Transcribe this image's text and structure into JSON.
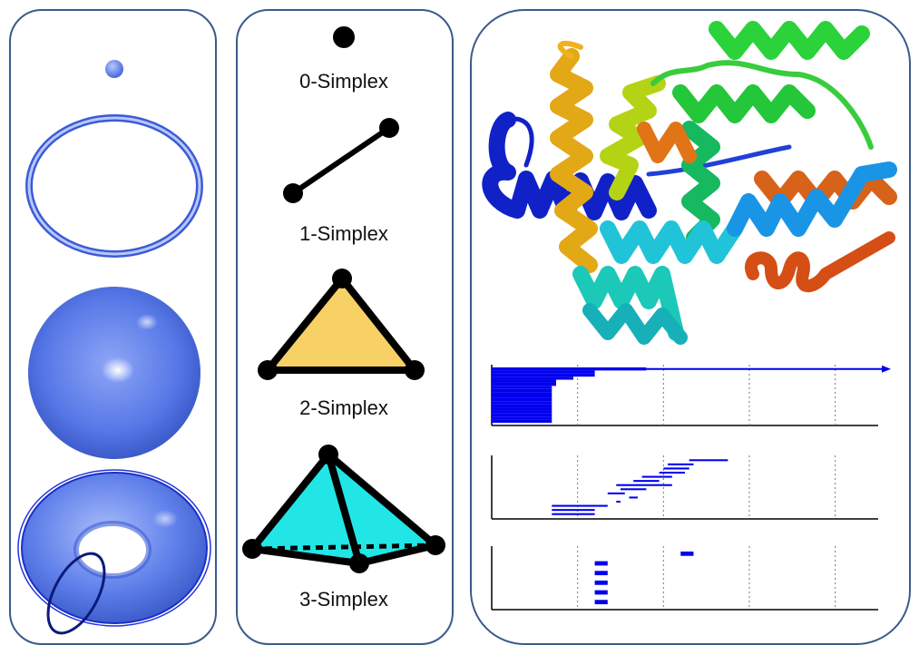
{
  "simplices": [
    {
      "label": "0-Simplex"
    },
    {
      "label": "1-Simplex"
    },
    {
      "label": "2-Simplex"
    },
    {
      "label": "3-Simplex"
    }
  ],
  "colors": {
    "border": "#3b5a8a",
    "shape_blue": "#4a6fe0",
    "triangle_fill": "#f8d166",
    "tetra_fill": "#22e6e6",
    "barcode": "#0000ee"
  },
  "chart_data": [
    {
      "type": "barcode",
      "dimension": 0,
      "has_arrow": true,
      "bars": [
        [
          0,
          1.8
        ],
        [
          0,
          1.2
        ],
        [
          0,
          1.2
        ],
        [
          0,
          0.95
        ],
        [
          0,
          0.75
        ],
        [
          0,
          0.75
        ],
        [
          0,
          0.7
        ],
        [
          0,
          0.7
        ],
        [
          0,
          0.7
        ],
        [
          0,
          0.7
        ],
        [
          0,
          0.7
        ],
        [
          0,
          0.7
        ],
        [
          0,
          0.7
        ],
        [
          0,
          0.7
        ],
        [
          0,
          0.7
        ],
        [
          0,
          0.7
        ],
        [
          0,
          0.7
        ],
        [
          0,
          0.7
        ]
      ]
    },
    {
      "type": "barcode",
      "dimension": 1,
      "bars": [
        [
          2.3,
          2.75
        ],
        [
          2.05,
          2.35
        ],
        [
          2.0,
          2.3
        ],
        [
          1.95,
          2.25
        ],
        [
          1.75,
          2.1
        ],
        [
          1.65,
          1.95
        ],
        [
          1.45,
          2.1
        ],
        [
          1.5,
          1.8
        ],
        [
          1.35,
          1.55
        ],
        [
          1.6,
          1.7
        ],
        [
          1.45,
          1.5
        ],
        [
          0.7,
          1.35
        ],
        [
          0.7,
          1.2
        ],
        [
          0.7,
          1.2
        ]
      ]
    },
    {
      "type": "barcode",
      "dimension": 2,
      "bars": [
        [
          2.2,
          2.35
        ],
        [
          1.2,
          1.35
        ],
        [
          1.2,
          1.35
        ],
        [
          1.2,
          1.35
        ],
        [
          1.2,
          1.35
        ],
        [
          1.2,
          1.35
        ]
      ]
    }
  ]
}
